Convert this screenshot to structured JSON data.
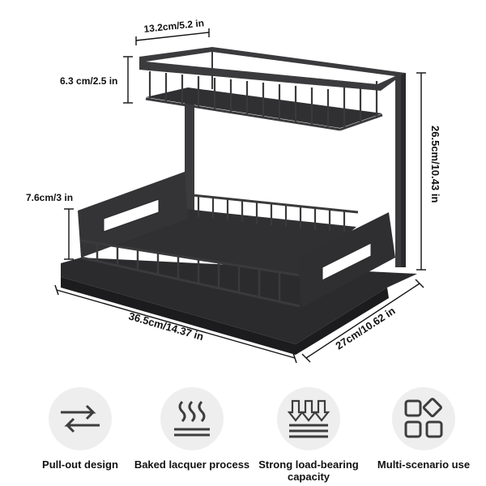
{
  "dimensions": {
    "top_width": "13.2cm/5.2 in",
    "top_height": "6.3 cm/2.5 in",
    "total_height": "26.5cm/10.43 in",
    "bottom_height": "7.6cm/3 in",
    "length": "36.5cm/14.37 in",
    "depth": "27cm/10.62 in"
  },
  "features": [
    {
      "icon": "arrows-exchange-icon",
      "label": "Pull-out design"
    },
    {
      "icon": "heat-waves-icon",
      "label": "Baked lacquer process"
    },
    {
      "icon": "down-arrows-load-icon",
      "label": "Strong load-bearing capacity"
    },
    {
      "icon": "shapes-grid-icon",
      "label": "Multi-scenario use"
    }
  ],
  "colors": {
    "rack": "#3a3a3c",
    "rack_dark": "#232325",
    "icon": "#3d3d3d",
    "disc": "#eeeeee"
  }
}
